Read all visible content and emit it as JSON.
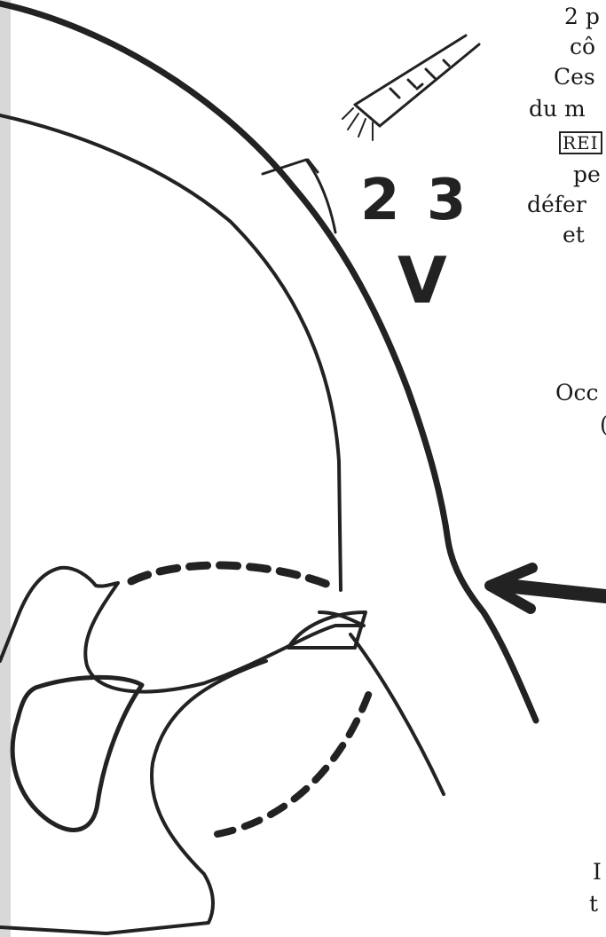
{
  "text_fragments": {
    "line1": "2 p",
    "line2": "cô",
    "line3": "Ces",
    "line4": "du m",
    "line5_boxed": "REI",
    "line6": "pe",
    "line7": "défer",
    "line8": "et",
    "line9": "Occ",
    "line10": "(",
    "line11": "I",
    "line12": "t"
  },
  "labels": {
    "number": "2 3",
    "mark": "V"
  },
  "colors": {
    "ink": "#1a1a1a",
    "paper": "#ffffff"
  }
}
